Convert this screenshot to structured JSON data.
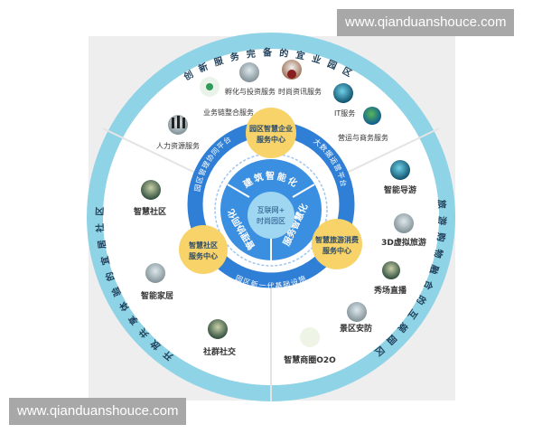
{
  "watermark": {
    "top": "www.qianduanshouce.com",
    "bottom": "www.qianduanshouce.com"
  },
  "colors": {
    "outer_ring": "#8fd3e6",
    "blue_ring": "#2f7fd6",
    "inner_disc": "#3a8fe0",
    "core": "#9fd6f2",
    "yellow_hub": "#f7d36a",
    "panel_bg": "#eeeeee"
  },
  "outer_ring": {
    "top_arc": "创新服务完备的宜业园区",
    "right_arc": "旅游购物融合的互娱园区",
    "left_arc": "开放共享体验的宜居社区"
  },
  "sectors": {
    "top": {
      "services": [
        {
          "label": "业务链整合服务",
          "icon": "network-icon"
        },
        {
          "label": "孵化与投资服务",
          "icon": "sketch-icon"
        },
        {
          "label": "时尚资讯服务",
          "icon": "meeting-icon"
        },
        {
          "label": "IT服务",
          "icon": "tech-globe-icon"
        },
        {
          "label": "营运与商务服务",
          "icon": "earth-icon"
        },
        {
          "label": "人力资源服务",
          "icon": "people-icon"
        }
      ]
    },
    "left": {
      "services": [
        {
          "label": "智慧社区",
          "icon": "community-icon"
        },
        {
          "label": "智能家居",
          "icon": "smart-home-icon"
        },
        {
          "label": "社群社交",
          "icon": "social-icon"
        }
      ]
    },
    "right": {
      "services": [
        {
          "label": "智能导游",
          "icon": "guide-icon"
        },
        {
          "label": "3D虚拟旅游",
          "icon": "virtual-tour-icon"
        },
        {
          "label": "秀场直播",
          "icon": "live-show-icon"
        },
        {
          "label": "景区安防",
          "icon": "security-icon"
        },
        {
          "label": "智慧商圈O2O",
          "icon": "o2o-icon"
        }
      ]
    }
  },
  "hubs": {
    "top": {
      "line1": "园区智慧企业",
      "line2": "服务中心"
    },
    "left": {
      "line1": "智慧社区",
      "line2": "服务中心"
    },
    "right": {
      "line1": "智慧旅游消费",
      "line2": "服务中心"
    }
  },
  "blue_ring": {
    "upper_left": "园区管理协同平台",
    "upper_right": "大数据运营平台",
    "bottom": "园区新一代基础设施"
  },
  "inner_segments": {
    "top": "建筑智能化",
    "right": "服务智慧化",
    "left": "管理协同化"
  },
  "core": {
    "line1": "互联网+",
    "line2": "时尚园区"
  }
}
